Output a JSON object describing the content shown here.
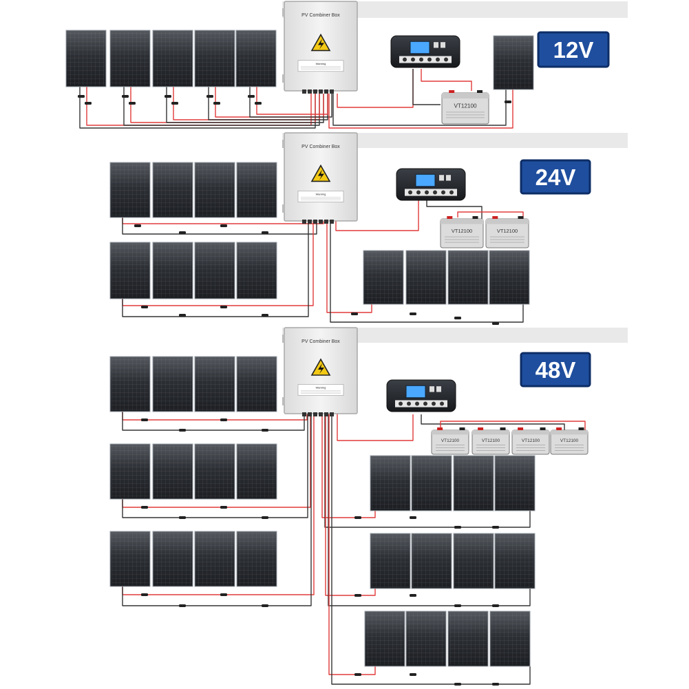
{
  "sections": [
    {
      "id": "12v",
      "voltage_label": "12V",
      "combiner": {
        "title": "PV Combiner Box",
        "warning": "Warning"
      },
      "battery_label": "VT12100"
    },
    {
      "id": "24v",
      "voltage_label": "24V",
      "combiner": {
        "title": "PV Combiner Box",
        "warning": "Warning"
      },
      "battery_label": "VT12100"
    },
    {
      "id": "48v",
      "voltage_label": "48V",
      "combiner": {
        "title": "PV Combiner Box",
        "warning": "Warning"
      },
      "battery_label": "VT12100"
    }
  ],
  "colors": {
    "panel": "#2a2d33",
    "panel_frame": "#9aa0a8",
    "wire_red": "#e23a3a",
    "wire_black": "#333333",
    "badge_bg": "#1f4e9e",
    "badge_border": "#0d2d66",
    "combiner_bg": "#efefef",
    "band": "#e9e9ea",
    "battery": "#dcdcdc"
  }
}
